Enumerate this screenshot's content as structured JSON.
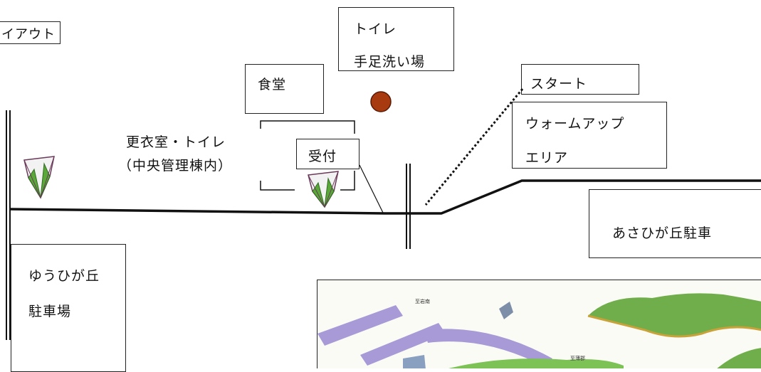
{
  "title_fragment": "イアウト",
  "labels": {
    "toilet": "トイレ",
    "handwash": "手足洗い場",
    "cafeteria": "食堂",
    "start": "スタート",
    "warmup_line1": "ウォームアップ",
    "warmup_line2": "エリア",
    "changing_line1": "更衣室・トイレ",
    "changing_line2": "（中央管理棟内）",
    "reception": "受付",
    "asahigaoka_parking": "あさひが丘駐車",
    "yuuhigaoka_line1": "ゆうひが丘",
    "yuuhigaoka_line2": "駐車場"
  },
  "inset_map": {
    "labels": [
      "至岩南",
      "至薄郡"
    ]
  },
  "colors": {
    "marker": "#a83a10",
    "tent_green": "#5aa83a",
    "tent_outline": "#6b3a5a",
    "road_purple": "#a79ad6",
    "hill_green": "#6fae4a"
  }
}
